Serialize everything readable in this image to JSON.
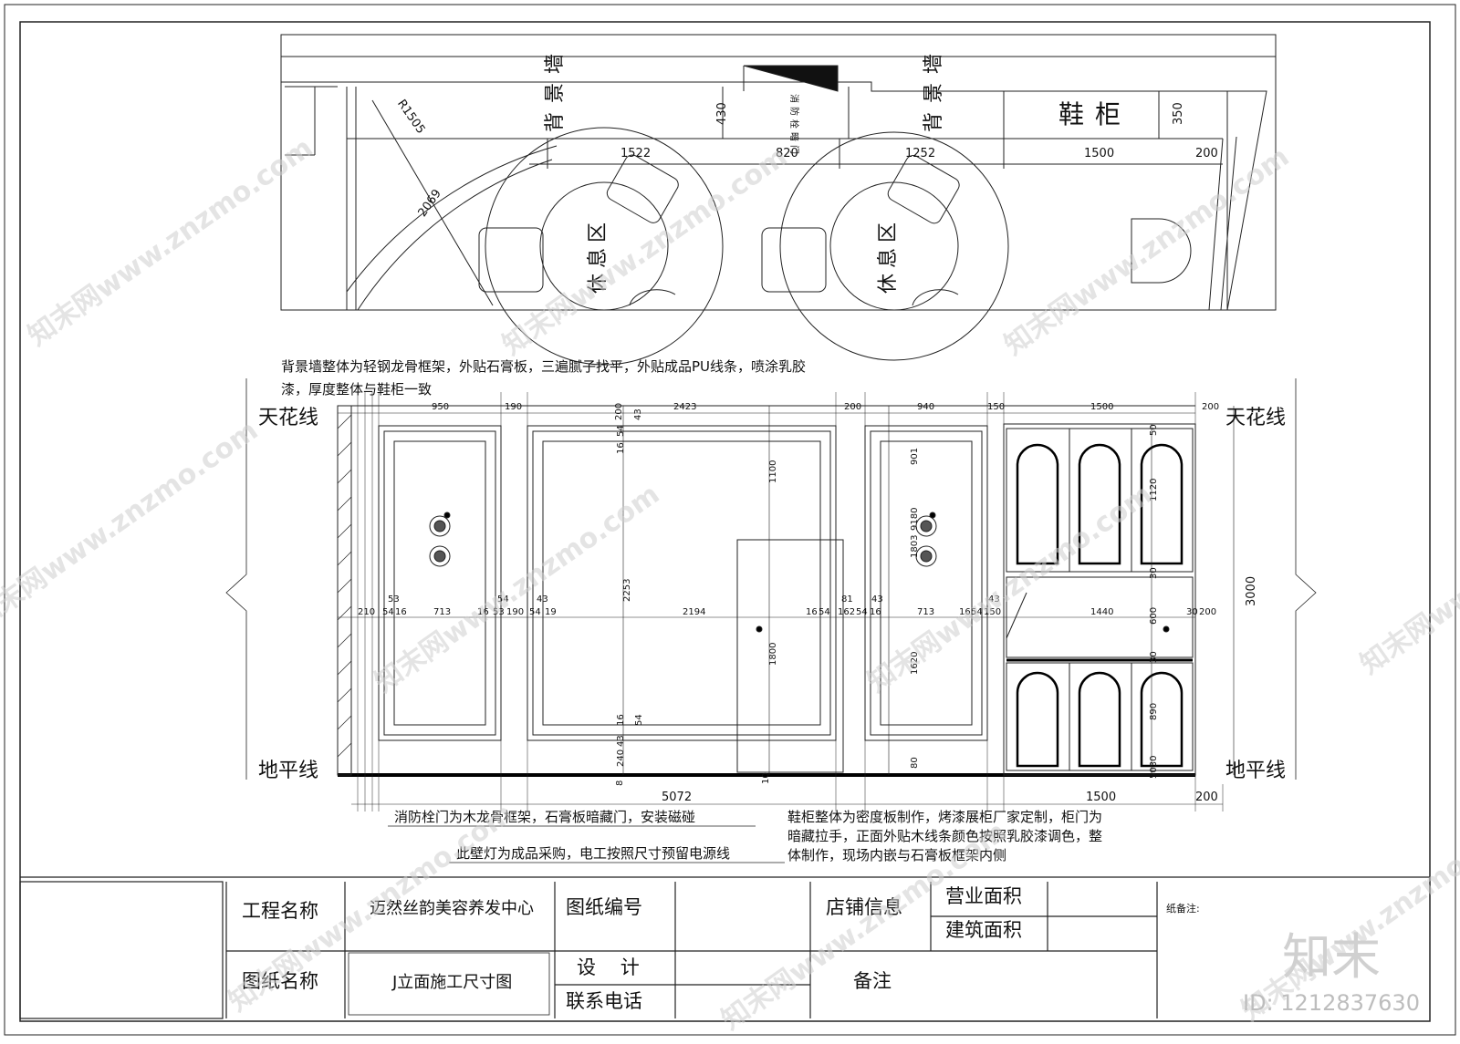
{
  "plan": {
    "bg_wall_1": "背景墙",
    "bg_wall_2": "背景墙",
    "hydrant_door": "消防栓暗门",
    "shoe_cabinet": "鞋柜",
    "rest_area_1": "休息区",
    "rest_area_2": "休息区",
    "dims": {
      "r1505": "R1505",
      "d2069": "2069",
      "d430": "430",
      "d350": "350",
      "d1522": "1522",
      "d820": "820",
      "d1252": "1252",
      "d1500": "1500",
      "d200": "200"
    }
  },
  "elevation": {
    "note_top_1": "背景墙整体为轻钢龙骨框架，外贴石膏板，三遍腻子找平，外贴成品PU线条，喷涂乳胶",
    "note_top_2": "漆，厚度整体与鞋柜一致",
    "ceiling_left": "天花线",
    "ceiling_right": "天花线",
    "floor_left": "地平线",
    "floor_right": "地平线",
    "top_dims": [
      "950",
      "190",
      "200",
      "43",
      "2423",
      "200",
      "940",
      "150",
      "1500",
      "200"
    ],
    "mid_dims": [
      "210",
      "53",
      "54",
      "16",
      "713",
      "16",
      "54",
      "53",
      "190",
      "54",
      "43",
      "19",
      "2194",
      "16",
      "54",
      "81",
      "162",
      "54",
      "43",
      "16",
      "713",
      "16",
      "54",
      "150",
      "43",
      "1440",
      "30",
      "200"
    ],
    "vert_dims": {
      "v1100": "1100",
      "v2253": "2253",
      "v1800": "1800",
      "v16a": "16",
      "v54a": "54",
      "v16b": "16",
      "v54b": "54",
      "v43": "43",
      "v240": "240",
      "v8": "8",
      "v10": "10",
      "v901": "901",
      "v1803": "1803",
      "v9180": "9180",
      "v1620": "1620",
      "v80": "80",
      "v50": "50",
      "v1120": "1120",
      "v30a": "30",
      "v600": "600",
      "v30b": "30",
      "v890": "890",
      "v5030": "5030",
      "v3000": "3000"
    },
    "bottom_dims": {
      "b5072": "5072",
      "b1500": "1500",
      "b200": "200"
    },
    "note_hydrant": "消防栓门为木龙骨框架，石膏板暗藏门，安装磁碰",
    "note_lamp": "此壁灯为成品采购，电工按照尺寸预留电源线",
    "note_cabinet_1": "鞋柜整体为密度板制作，烤漆展柜厂家定制，柜门为",
    "note_cabinet_2": "暗藏拉手，正面外贴木线条颜色按照乳胶漆调色，整",
    "note_cabinet_3": "体制作，现场内嵌与石膏板框架内侧"
  },
  "title_block": {
    "project_label": "工程名称",
    "project_value": "迈然丝韵美容养发中心",
    "drawing_no_label": "图纸编号",
    "shop_info_label": "店铺信息",
    "business_area_label": "营业面积",
    "building_area_label": "建筑面积",
    "drawing_name_label": "图纸名称",
    "drawing_name_value": "J立面施工尺寸图",
    "design_label": "设    计",
    "phone_label": "联系电话",
    "remarks_label": "备注",
    "paper_remarks": "纸备注:"
  },
  "watermark": {
    "text": "知末网www.znzmo.com",
    "brand": "知末",
    "id": "ID: 1212837630"
  }
}
